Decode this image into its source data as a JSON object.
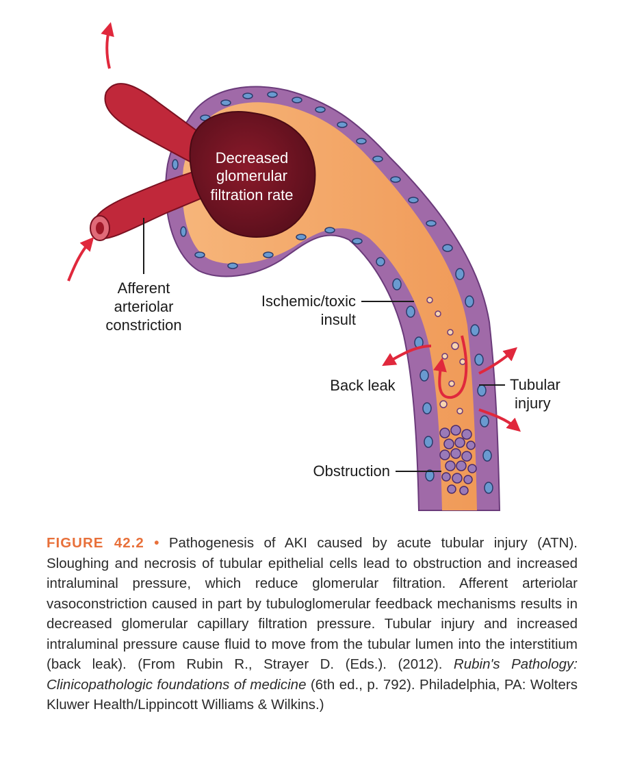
{
  "labels": {
    "gfr_line1": "Decreased",
    "gfr_line2": "glomerular",
    "gfr_line3": "filtration rate",
    "afferent_line1": "Afferent",
    "afferent_line2": "arteriolar",
    "afferent_line3": "constriction",
    "ischemic_line1": "Ischemic/toxic",
    "ischemic_line2": "insult",
    "back_leak": "Back leak",
    "tubular_line1": "Tubular",
    "tubular_line2": "injury",
    "obstruction": "Obstruction"
  },
  "caption": {
    "figure_label": "FIGURE 42.2",
    "bullet": "•",
    "text_1": "Pathogenesis of AKI caused by acute tubular injury (ATN). Sloughing and necrosis of tubular epithelial cells lead to obstruction and increased intraluminal pressure, which reduce glomerular filtration. Afferent arteriolar vasoconstriction caused in part by tubuloglomerular feedback mechanisms results in decreased glomerular capillary filtration pressure. Tubular injury and increased intraluminal pressure cause fluid to move from the tubular lumen into the interstitium (back leak). (From Rubin R., Strayer D. (Eds.). (2012).",
    "title_italic": "Rubin's Pathology: Clinicopathologic foundations of medicine",
    "text_2": "(6th ed., p. 792). Philadelphia, PA: Wolters Kluwer Health/Lippincott Williams & Wilkins.)"
  },
  "colors": {
    "accent": "#e8703a",
    "arrow": "#e0283c",
    "vessel": "#b8283a",
    "tubule_fill": "#f4a86a",
    "epithelium": "#8a5a9a",
    "nucleus": "#6a9ad0"
  }
}
